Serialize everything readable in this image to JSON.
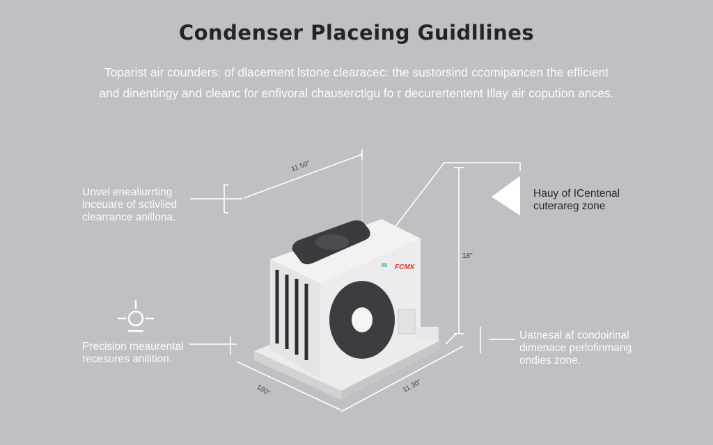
{
  "title": "Condenser Placeing Guidllines",
  "subtitle": {
    "line1": "Toparist air counders: of dlacement lstone clearacec: the sustorsind ccomipancen the efficient",
    "line2": "and dinentingy and cleanc for enfivoral chauserctigu fo r decurertentent Illay air copution ances."
  },
  "callouts": {
    "top_left": {
      "line1": "Unvel enealiurrting",
      "line2": "lnceuare of sctivlied",
      "line3": "clearrance anillona."
    },
    "top_right": {
      "line1": "Hauy of ICentenal",
      "line2": "cuterareg zone"
    },
    "bottom_left": {
      "line1": "Precision meaurental",
      "line2": "recesures anilition."
    },
    "bottom_right": {
      "line1": "Uatnesal af condoirinal",
      "line2": "dimenace perlofinmang",
      "line3": "ondies zone."
    }
  },
  "dimensions": {
    "top_diagonal": "11 50\"",
    "height": "18\"",
    "depth": "180\"",
    "width": "11 30\""
  },
  "unit": {
    "brand": "FCMX"
  },
  "colors": {
    "background": "#bfc0c4",
    "title": "#232427",
    "brand_red": "#d8322a",
    "brand_blue": "#2a4fa0"
  }
}
